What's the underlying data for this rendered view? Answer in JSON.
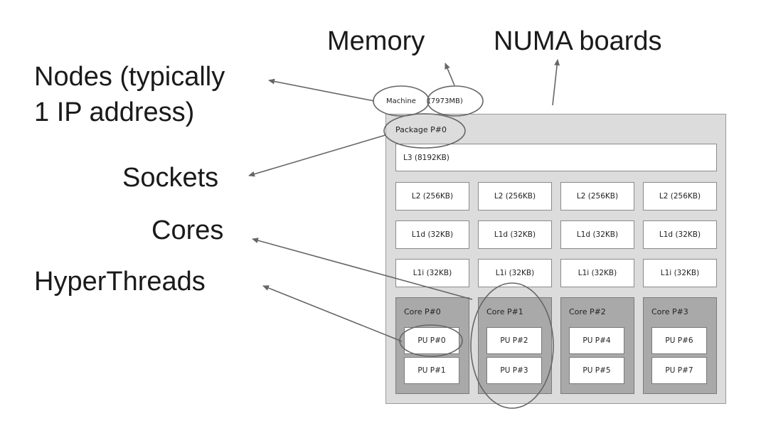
{
  "annotations": {
    "memory": "Memory",
    "numa_boards": "NUMA boards",
    "nodes_line1": "Nodes (typically",
    "nodes_line2": "1 IP address)",
    "sockets": "Sockets",
    "cores": "Cores",
    "hyperthreads": "HyperThreads"
  },
  "topology": {
    "machine": "Machine",
    "memory": "(7973MB)",
    "package": "Package P#0",
    "l3": "L3 (8192KB)",
    "l2": [
      "L2 (256KB)",
      "L2 (256KB)",
      "L2 (256KB)",
      "L2 (256KB)"
    ],
    "l1d": [
      "L1d (32KB)",
      "L1d (32KB)",
      "L1d (32KB)",
      "L1d (32KB)"
    ],
    "l1i": [
      "L1i (32KB)",
      "L1i (32KB)",
      "L1i (32KB)",
      "L1i (32KB)"
    ],
    "cores": [
      {
        "label": "Core P#0",
        "pus": [
          "PU P#0",
          "PU P#1"
        ]
      },
      {
        "label": "Core P#1",
        "pus": [
          "PU P#2",
          "PU P#3"
        ]
      },
      {
        "label": "Core P#2",
        "pus": [
          "PU P#4",
          "PU P#5"
        ]
      },
      {
        "label": "Core P#3",
        "pus": [
          "PU P#6",
          "PU P#7"
        ]
      }
    ]
  },
  "colors": {
    "package_bg": "#dcdcdc",
    "core_bg": "#a9a9a9",
    "cache_bg": "#ffffff",
    "arrow": "#666666"
  }
}
